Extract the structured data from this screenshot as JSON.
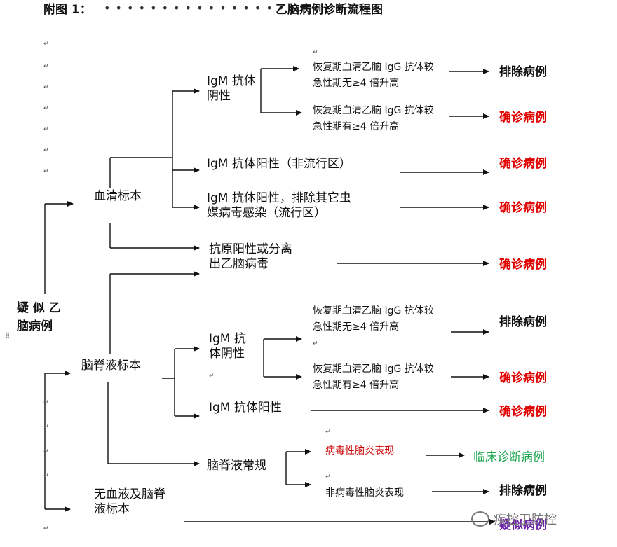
{
  "header": {
    "label": "附图 1：",
    "dots": "• • • • • • • • • • • • • • • • • • • • • •",
    "title": "乙脑病例诊断流程图"
  },
  "root": {
    "line1": "疑 似 乙",
    "line2": "脑病例"
  },
  "nodes": {
    "serum": "血清标本",
    "igm_neg_serum_1": "IgM 抗体",
    "igm_neg_serum_2": "阴性",
    "igg_no_rise_1": "恢复期血清乙脑 IgG 抗体较",
    "igg_no_rise_2": "急性期无≥4 倍升高",
    "igg_rise_1": "恢复期血清乙脑 IgG 抗体较",
    "igg_rise_2": "急性期有≥4 倍升高",
    "igm_pos_nonendemic": "IgM 抗体阳性（非流行区）",
    "igm_pos_exclude_1": "IgM 抗体阳性，排除其它虫",
    "igm_pos_exclude_2": "媒病毒感染（流行区）",
    "antigen_1": "抗原阳性或分离",
    "antigen_2": "出乙脑病毒",
    "csf": "脑脊液标本",
    "csf_igm_neg_1": "IgM 抗",
    "csf_igm_neg_2": "体阴性",
    "csf_igg_no_rise_1": "恢复期血清乙脑 IgG 抗体较",
    "csf_igg_no_rise_2": "急性期无≥4 倍升高",
    "csf_igg_rise_1": "恢复期血清乙脑 IgG 抗体较",
    "csf_igg_rise_2": "急性期有≥4 倍升高",
    "csf_igm_pos": "IgM 抗体阳性",
    "csf_routine": "脑脊液常规",
    "viral_enceph": "病毒性脑炎表现",
    "nonviral_enceph": "非病毒性脑炎表现",
    "no_specimen_1": "无血液及脑脊",
    "no_specimen_2": "液标本"
  },
  "outcomes": {
    "exclude": "排除病例",
    "confirm": "确诊病例",
    "clinical": "临床诊断病例",
    "suspected": "疑似病例"
  },
  "marks": {
    "pilcrow": "↵"
  },
  "watermark": "疾控卫防控",
  "colors": {
    "confirm": "#e00000",
    "viral": "#cc0000",
    "clinical": "#16a34a",
    "suspected": "#6b21a8",
    "exclude": "#111111"
  }
}
